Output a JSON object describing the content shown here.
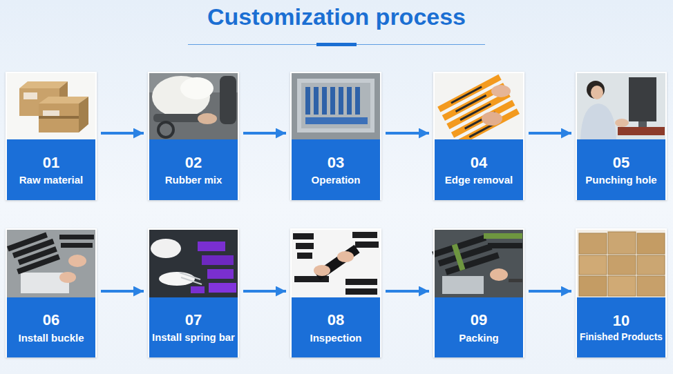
{
  "diagram": {
    "title": "Customization process",
    "nodes": [
      {
        "text": [
          "01",
          "Raw material"
        ]
      },
      {
        "text": [
          "02",
          "Rubber mix"
        ]
      },
      {
        "text": [
          "03",
          "Operation"
        ]
      },
      {
        "text": [
          "04",
          "Edge removal"
        ]
      },
      {
        "text": [
          "05",
          "Punching hole"
        ]
      },
      {
        "text": [
          "06",
          "Install buckle"
        ]
      },
      {
        "text": [
          "07",
          "Install spring bar"
        ]
      },
      {
        "text": [
          "08",
          "Inspection"
        ]
      },
      {
        "text": [
          "09",
          "Packing"
        ]
      },
      {
        "text": [
          "10",
          "Finished Products"
        ]
      }
    ],
    "edges": [
      {
        "from": 0,
        "to": 1,
        "arrow": "to"
      },
      {
        "from": 1,
        "to": 2,
        "arrow": "to"
      },
      {
        "from": 2,
        "to": 3,
        "arrow": "to"
      },
      {
        "from": 3,
        "to": 4,
        "arrow": "to"
      },
      {
        "from": 5,
        "to": 6,
        "arrow": "to"
      },
      {
        "from": 6,
        "to": 7,
        "arrow": "to"
      },
      {
        "from": 7,
        "to": 8,
        "arrow": "to"
      },
      {
        "from": 8,
        "to": 9,
        "arrow": "to"
      }
    ]
  }
}
